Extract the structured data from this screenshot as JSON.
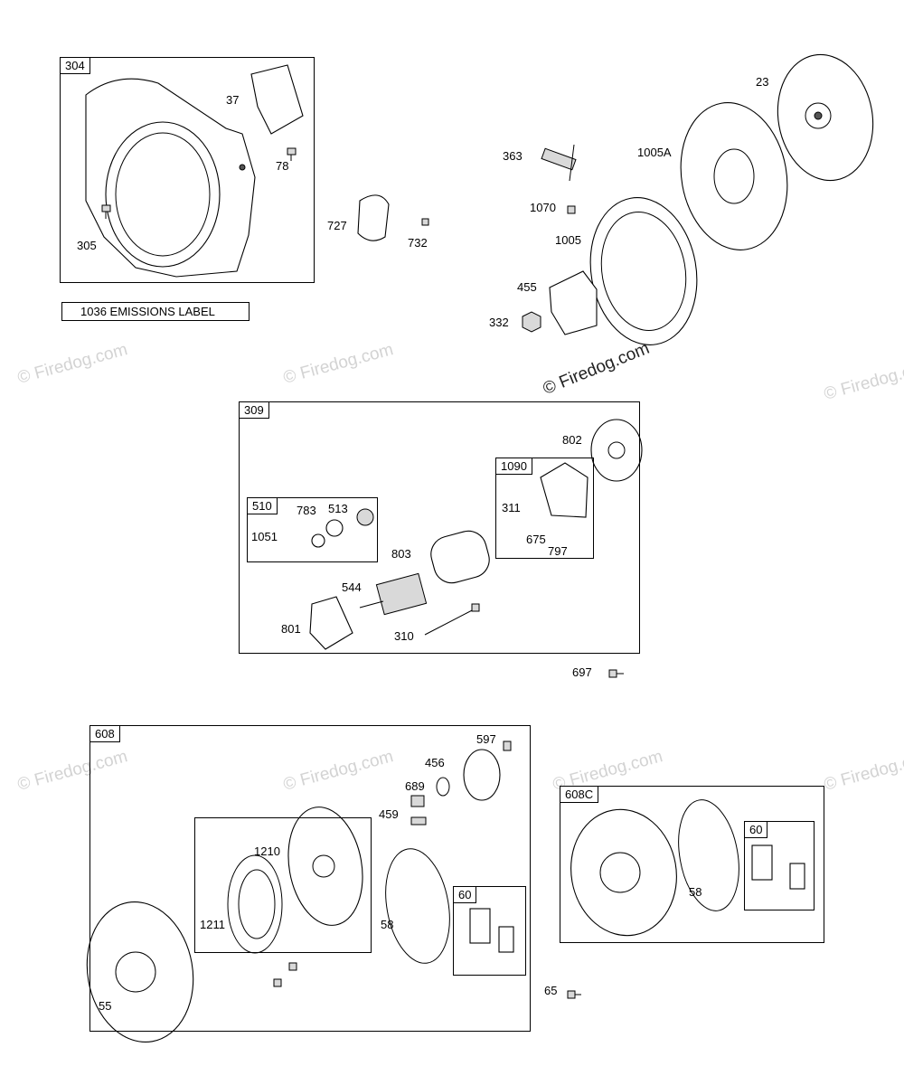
{
  "watermark": {
    "text": "© Firedog.com"
  },
  "emissions_label": "1036 EMISSIONS LABEL",
  "boxes": {
    "b304": "304",
    "b309": "309",
    "b510": "510",
    "b1090": "1090",
    "b608": "608",
    "b608c": "608C",
    "b60a": "60",
    "b60b": "60"
  },
  "parts": {
    "p37": "37",
    "p78": "78",
    "p305": "305",
    "p727": "727",
    "p732": "732",
    "p23": "23",
    "p363": "363",
    "p1005a": "1005A",
    "p1070": "1070",
    "p1005": "1005",
    "p455": "455",
    "p332": "332",
    "p802": "802",
    "p311": "311",
    "p675": "675",
    "p797": "797",
    "p783": "783",
    "p513": "513",
    "p1051": "1051",
    "p803": "803",
    "p544": "544",
    "p801": "801",
    "p310": "310",
    "p697": "697",
    "p597": "597",
    "p456": "456",
    "p689": "689",
    "p459": "459",
    "p1210": "1210",
    "p1211": "1211",
    "p58a": "58",
    "p55": "55",
    "p58b": "58",
    "p65": "65"
  }
}
